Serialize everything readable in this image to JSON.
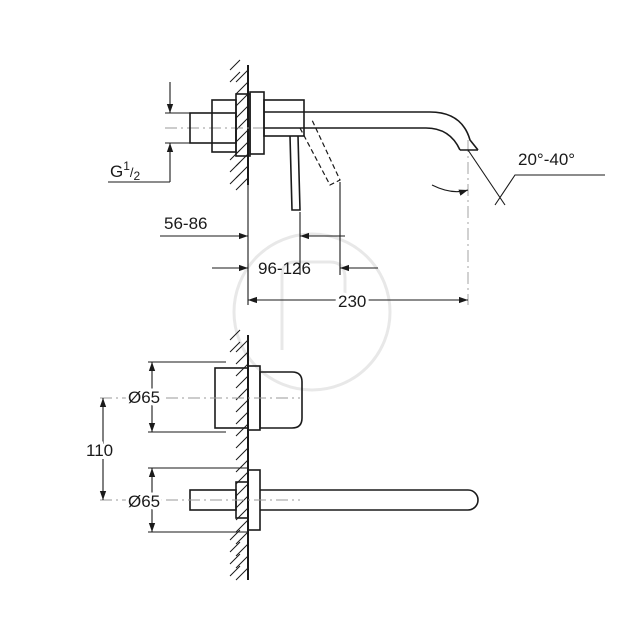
{
  "dimensions": {
    "connection_thread": "G",
    "connection_thread_fraction_num": "1",
    "connection_thread_fraction_den": "2",
    "wall_depth_range": "56-86",
    "lever_offset_range": "96-126",
    "spout_projection": "230",
    "swivel_angle": "20°-40°",
    "rosette_diameter_top": "Ø65",
    "rosette_diameter_bottom": "Ø65",
    "center_distance": "110"
  }
}
